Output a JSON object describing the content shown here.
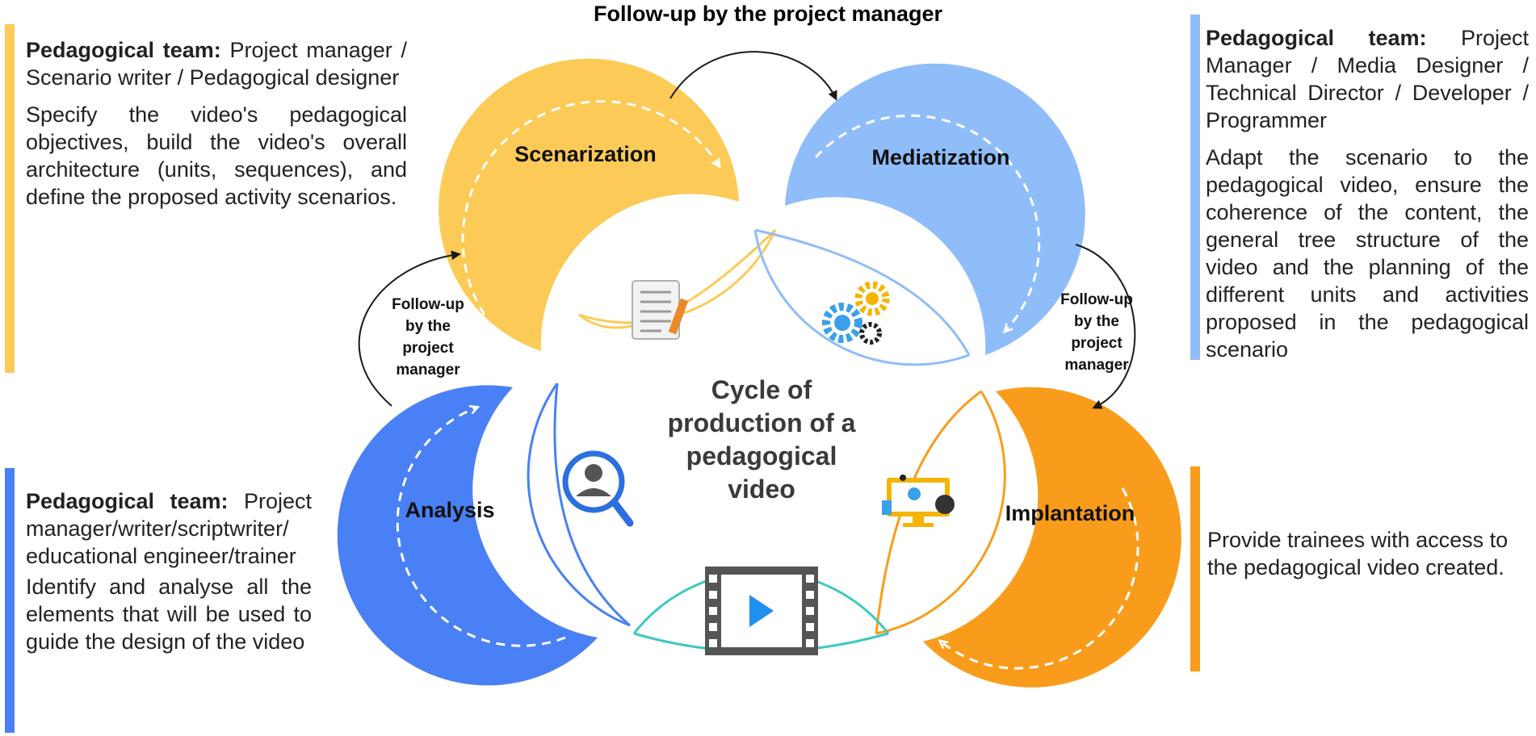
{
  "top_title": "Follow-up by the project manager",
  "center_title_lines": [
    "Cycle of",
    "production of a",
    "pedagogical",
    "video"
  ],
  "phases": {
    "scenarization": "Scenarization",
    "mediatization": "Mediatization",
    "implantation": "Implantation",
    "analysis": "Analysis"
  },
  "followup_left": [
    "Follow-up",
    "by the",
    "project",
    "manager"
  ],
  "followup_right": [
    "Follow-up",
    "by the",
    "project",
    "manager"
  ],
  "panels": {
    "top_left": {
      "team_label": "Pedagogical team:",
      "team_text": " Project manager / Scenario writer / Pedagogical designer",
      "description": "Specify the video's pedagogical objectives, build the video's overall architecture (units, sequences), and define the proposed activity scenarios."
    },
    "top_right": {
      "team_label": "Pedagogical team:",
      "team_text": " Project Manager / Media Designer / Technical Director / Developer / Programmer",
      "description": "Adapt the scenario to the pedagogical video, ensure the coherence of the content, the general tree structure of the video and the planning of the different units and activities proposed in the pedagogical scenario"
    },
    "bottom_left": {
      "team_label": "Pedagogical team:",
      "team_text": " Project manager/writer/scriptwriter/ educational engineer/trainer",
      "description": "Identify and analyse all the elements that will be used to guide the design of the video"
    },
    "bottom_right": {
      "description": "Provide trainees with access to the pedagogical video created."
    }
  },
  "icons": [
    "checklist-icon",
    "gears-icon",
    "search-user-icon",
    "computer-network-icon",
    "video-play-icon"
  ],
  "colors": {
    "scenarization": "#fccb57",
    "mediatization": "#8fbdf9",
    "implantation": "#fa9c1b",
    "analysis": "#4a80f5",
    "video": "#3ec9c0",
    "arrow": "#1a1a1a"
  }
}
